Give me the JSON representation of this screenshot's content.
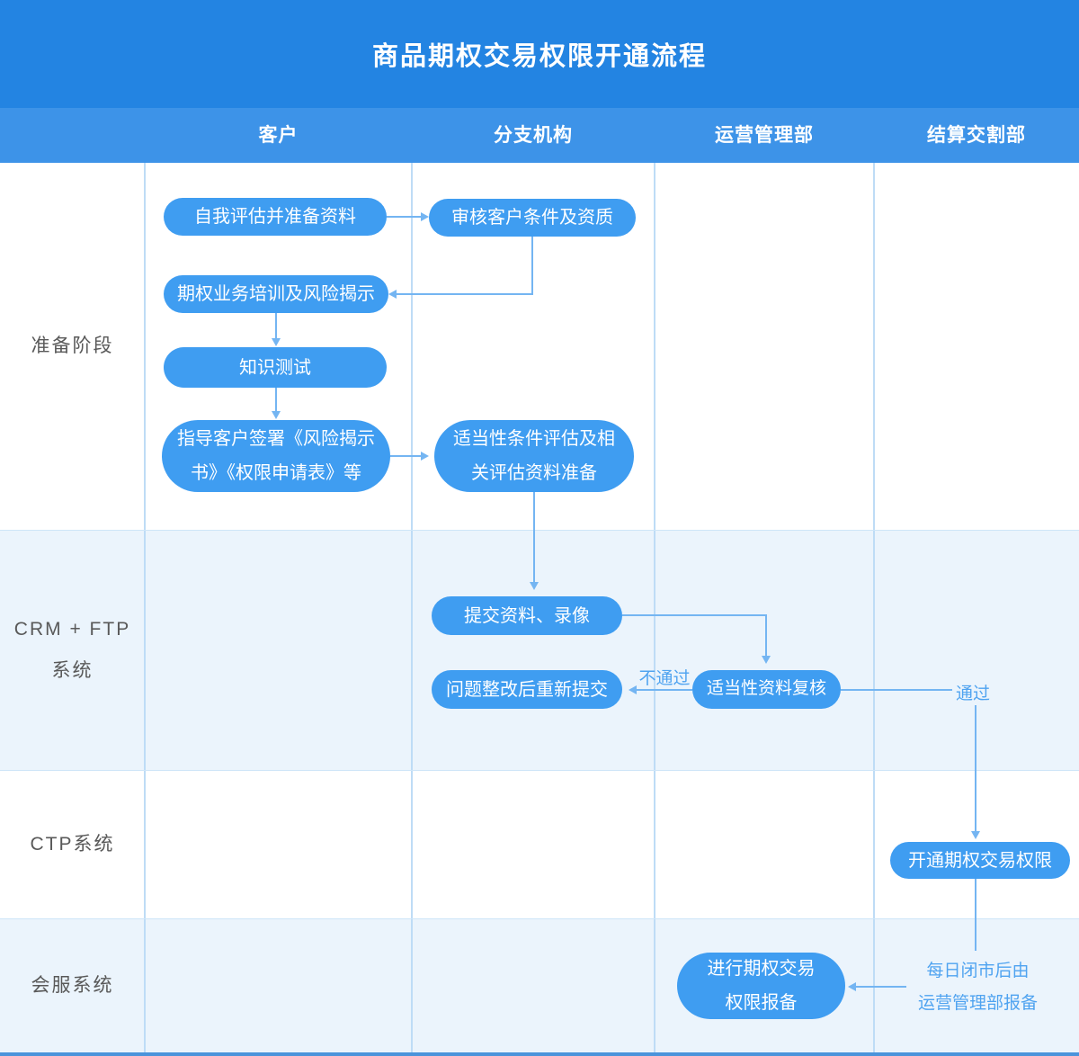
{
  "title": "商品期权交易权限开通流程",
  "header": {
    "columns": [
      {
        "label": "客户"
      },
      {
        "label": "分支机构"
      },
      {
        "label": "运营管理部"
      },
      {
        "label": "结算交割部"
      }
    ]
  },
  "lanes": [
    {
      "label": "准备阶段"
    },
    {
      "label": "CRM + FTP\n系统"
    },
    {
      "label": "CTP系统"
    },
    {
      "label": "会服系统"
    }
  ],
  "nodes": {
    "self_assess": "自我评估并准备资料",
    "review_customer": "审核客户条件及资质",
    "training": "期权业务培训及风险揭示",
    "knowledge_test": "知识测试",
    "sign_docs": "指导客户签署《风险揭示\n书》《权限申请表》等",
    "suitability_assess": "适当性条件评估及相\n关评估资料准备",
    "submit_materials": "提交资料、录像",
    "resubmit": "问题整改后重新提交",
    "suitability_recheck": "适当性资料复核",
    "open_permission": "开通期权交易权限",
    "permission_filing": "进行期权交易\n权限报备"
  },
  "edge_labels": {
    "fail": "不通过",
    "pass": "通过"
  },
  "annotations": {
    "daily_filing_note": "每日闭市后由\n运营管理部报备"
  },
  "colors": {
    "title_bar": "#2384E2",
    "header_bar": "#3D93E8",
    "node_fill": "#3F9DF1",
    "row_alt_bg": "#EBF4FC",
    "grid_line": "#BEDCF6",
    "connector": "#74B5F2",
    "bottom_bar": "#4B94DB",
    "lane_text": "#595959",
    "blue_text": "#4FA3F0",
    "node_text": "#FFFFFF"
  }
}
